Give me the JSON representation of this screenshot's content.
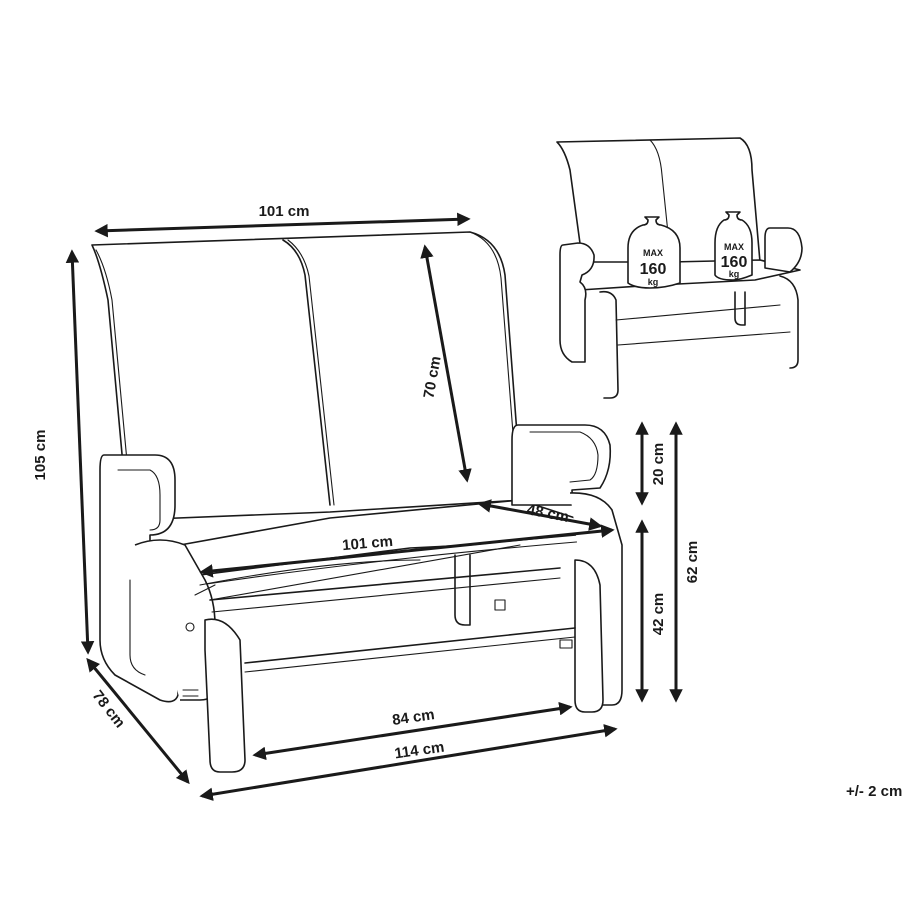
{
  "diagram": {
    "subject": "Double glider bench with armrests - dimension drawing",
    "dimensions": {
      "backrest_width": "101 cm",
      "overall_height": "105 cm",
      "backrest_height": "70 cm",
      "seat_width": "101 cm",
      "seat_depth": "48 cm",
      "armrest_height_above_seat": "20 cm",
      "seat_height": "42 cm",
      "armrest_height": "62 cm",
      "inner_leg_width": "84 cm",
      "overall_width": "114 cm",
      "overall_depth": "78 cm"
    },
    "tolerance": "+/- 2 cm",
    "inset": {
      "weight_left": {
        "line1": "MAX",
        "line2": "160",
        "line3": "kg"
      },
      "weight_right": {
        "line1": "MAX",
        "line2": "160",
        "line3": "kg"
      }
    },
    "colors": {
      "line": "#1a1a1a",
      "background": "#ffffff"
    }
  }
}
